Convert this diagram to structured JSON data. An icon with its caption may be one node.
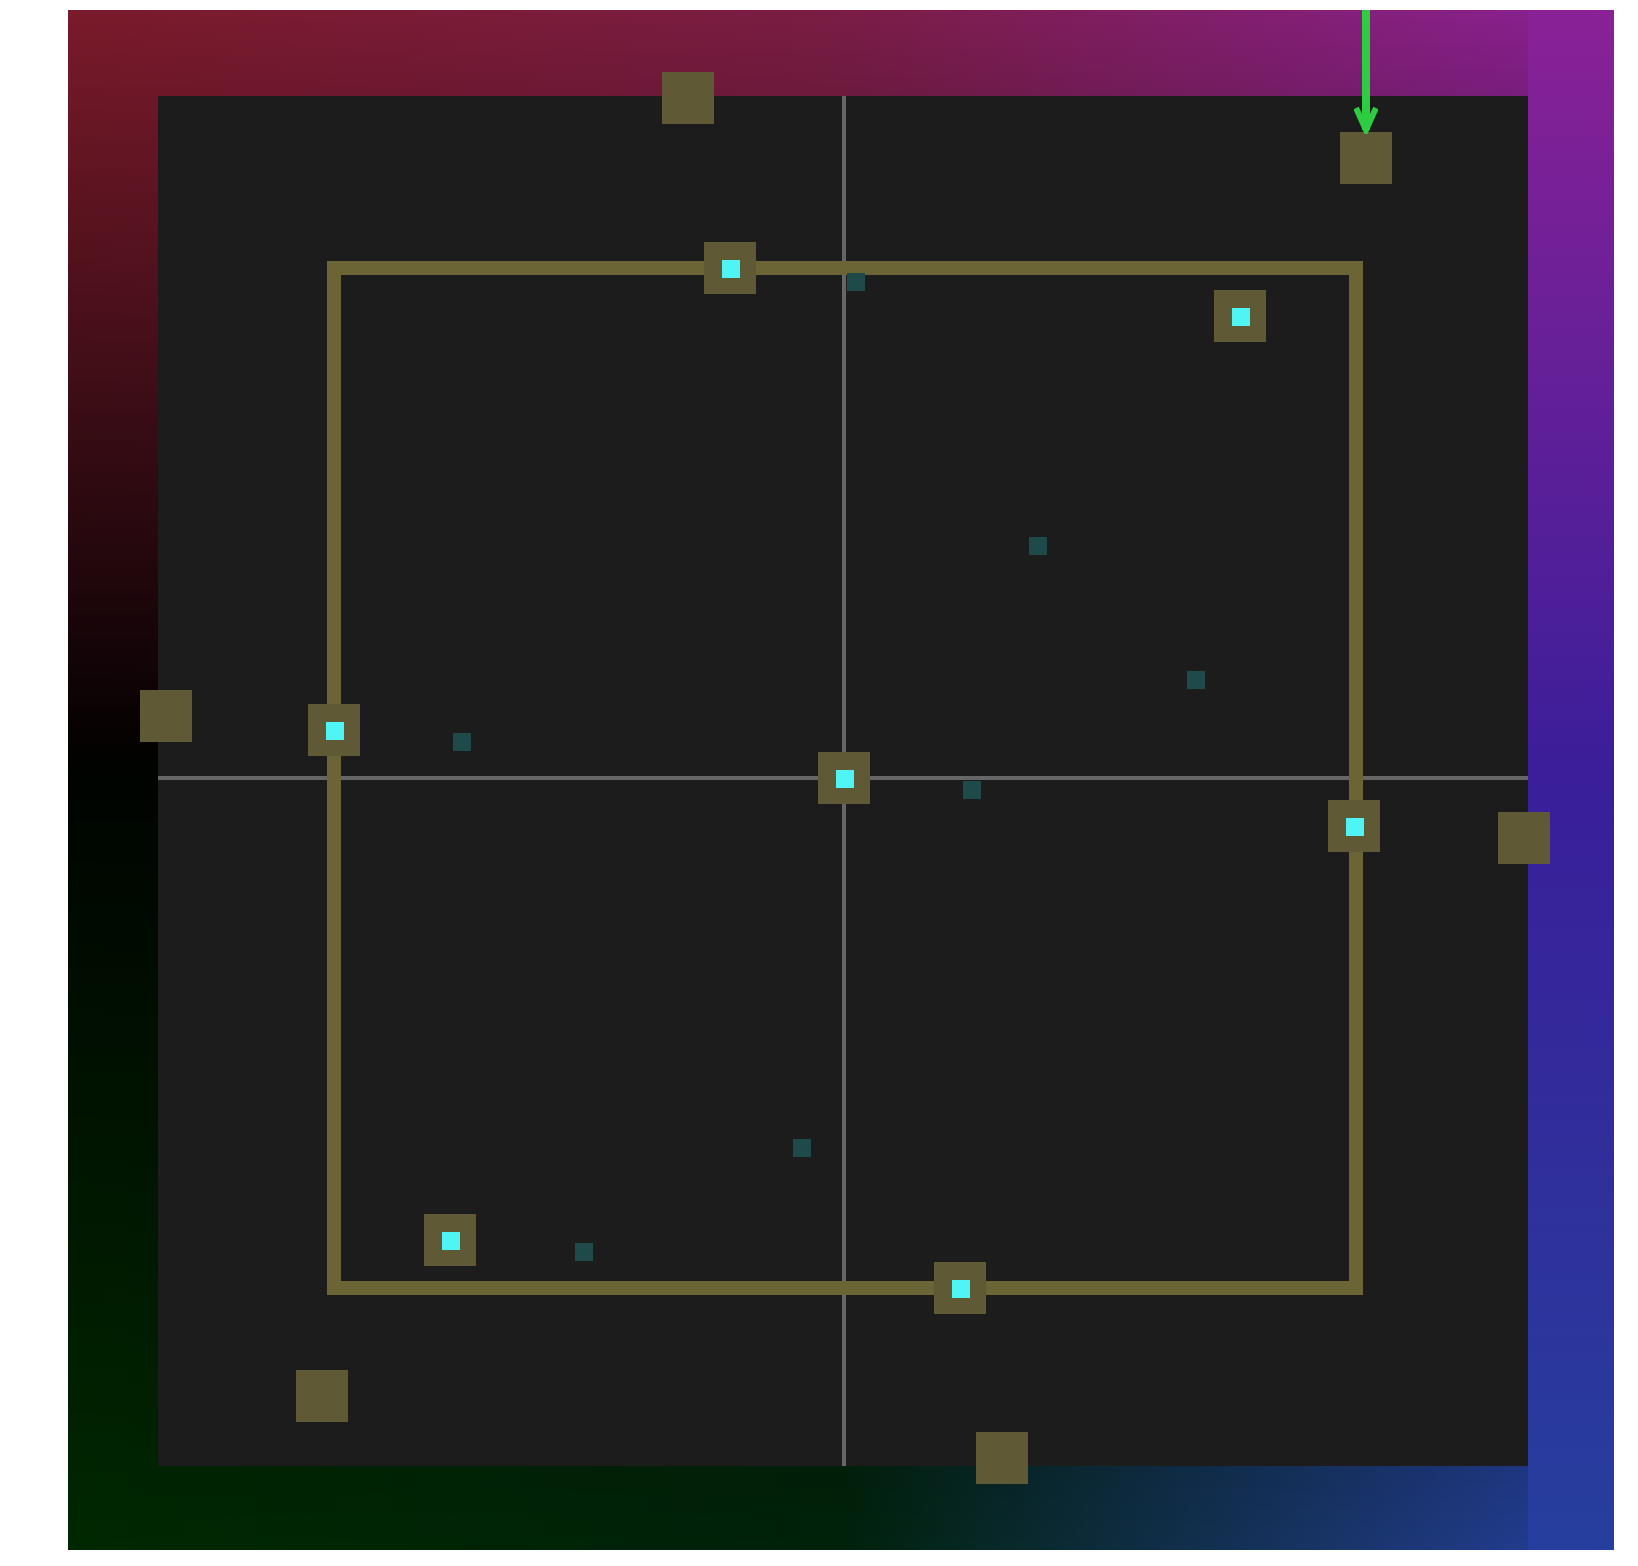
{
  "diagram": {
    "nodes": [
      {
        "text": [],
        "shape": "box"
      },
      {
        "text": [],
        "shape": "box"
      },
      {
        "text": [],
        "shape": "box"
      },
      {
        "text": [],
        "shape": "box"
      },
      {
        "text": [],
        "shape": "box"
      },
      {
        "text": [],
        "shape": "box"
      },
      {
        "text": [],
        "shape": "box"
      },
      {
        "text": [],
        "shape": "box"
      },
      {
        "text": [],
        "shape": "box"
      },
      {
        "text": [],
        "shape": "box"
      },
      {
        "text": [],
        "shape": "box"
      },
      {
        "text": [],
        "shape": "box"
      },
      {
        "text": [],
        "shape": "box"
      }
    ],
    "edges": [
      {
        "from": null,
        "to": 1,
        "arrow": "to"
      }
    ]
  }
}
